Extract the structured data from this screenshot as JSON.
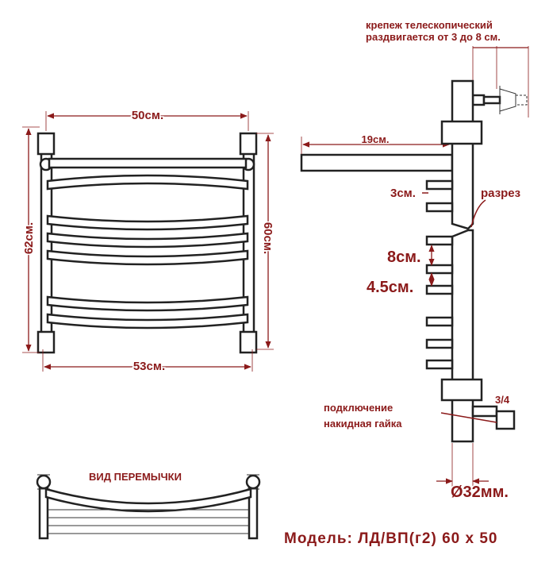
{
  "front_view": {
    "width_top": "50см.",
    "width_bottom": "53см.",
    "height_left": "62см.",
    "height_right": "60см."
  },
  "side_view": {
    "mount_note_line1": "крепеж телескопический",
    "mount_note_line2": "раздвигается от 3 до 8 см.",
    "depth": "19см.",
    "bar_length": "3см.",
    "section": "разрез",
    "spacing_large": "8см.",
    "spacing_small": "4.5см.",
    "connection_line1": "подключение",
    "connection_line2": "накидная гайка",
    "thread": "3/4",
    "diameter": "Ø32мм."
  },
  "jumper_view": {
    "title": "ВИД ПЕРЕМЫЧКИ"
  },
  "model": "Модель: ЛД/ВП(г2) 60 х 50",
  "colors": {
    "label": "#8b1a1a",
    "outline": "#222222"
  }
}
